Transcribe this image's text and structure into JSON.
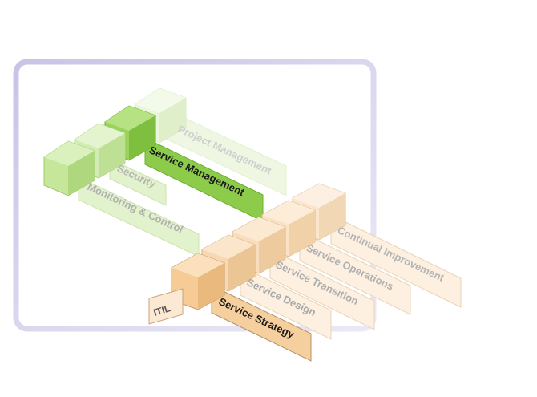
{
  "colors": {
    "frame": "#cfcbe6",
    "green_face": "#c6e79a",
    "green_active": "#8ccc4a",
    "green_faint": "#e2f2cc",
    "orange_face": "#f6cf9e",
    "orange_faint": "#fae6cc",
    "text_dim": "#a9a9a9",
    "text_active": "#1a1a1a"
  },
  "green_group": {
    "items": [
      {
        "label": "Project Management",
        "state": "faint"
      },
      {
        "label": "Service Management",
        "state": "active"
      },
      {
        "label": "Security",
        "state": "faint"
      },
      {
        "label": "Monitoring & Control",
        "state": "faint"
      }
    ]
  },
  "orange_group": {
    "items": [
      {
        "label": "Continual Improvement",
        "state": "faint"
      },
      {
        "label": "Service Operations",
        "state": "faint"
      },
      {
        "label": "Service Transition",
        "state": "faint"
      },
      {
        "label": "Service Design",
        "state": "faint"
      },
      {
        "label": "Service Strategy",
        "state": "active"
      }
    ],
    "base_label": "ITIL"
  }
}
